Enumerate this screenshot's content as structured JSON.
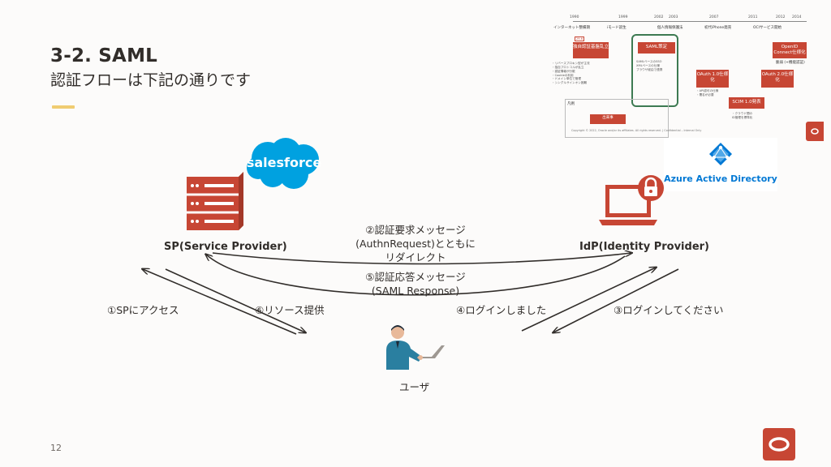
{
  "slide": {
    "title": "3-2. SAML",
    "subtitle": "認証フローは下記の通りです",
    "page_number": "12"
  },
  "diagram": {
    "sp_label": "SP(Service Provider)",
    "idp_label": "IdP(Identity Provider)",
    "user_label": "ユーザ",
    "salesforce_logo": "salesforce",
    "azure_logo": "Azure Active Directory",
    "step2_line1": "②認証要求メッセージ",
    "step2_line2": "(AuthnRequest)とともに",
    "step2_line3": "リダイレクト",
    "step5_line1": "⑤認証応答メッセージ",
    "step5_line2": "(SAML Response)",
    "step1": "①SPにアクセス",
    "step6": "⑥リソース提供",
    "step4": "④ログインしました",
    "step3": "③ログインしてください"
  },
  "timeline_thumbnail": {
    "years": [
      "1990",
      "1999",
      "2002",
      "2003",
      "2007",
      "2011",
      "2012",
      "2014"
    ],
    "events": [
      "インターネット整備期",
      "iモード誕生",
      "個人情報保護法",
      "初代iPhone発売",
      "OCIサービス開始"
    ],
    "boxes": [
      "独自認証基盤乱立",
      "SAML策定",
      "OAuth 1.0仕様化",
      "OAuth 2.0仕様化",
      "OpenID Connect仕様化",
      "SCIM 1.0発表",
      "出来事"
    ],
    "side_labels": [
      "凡例",
      "脆弱 (+機能認証)"
    ],
    "copyright": "Copyright © 2022, Oracle and/or its affiliates. All rights reserved. | Confidential – Internal Only"
  },
  "colors": {
    "oracle_red": "#c74634",
    "accent_yellow": "#f0cc71",
    "salesforce_blue": "#00a1e0",
    "azure_blue": "#0078d4",
    "user_shirt": "#2a7fa0",
    "highlight_green": "#3d7a52"
  },
  "icons": {
    "sp": "server-rack-icon",
    "idp": "laptop-lock-icon",
    "user": "person-laptop-icon",
    "brand": "oracle-logo-icon"
  }
}
